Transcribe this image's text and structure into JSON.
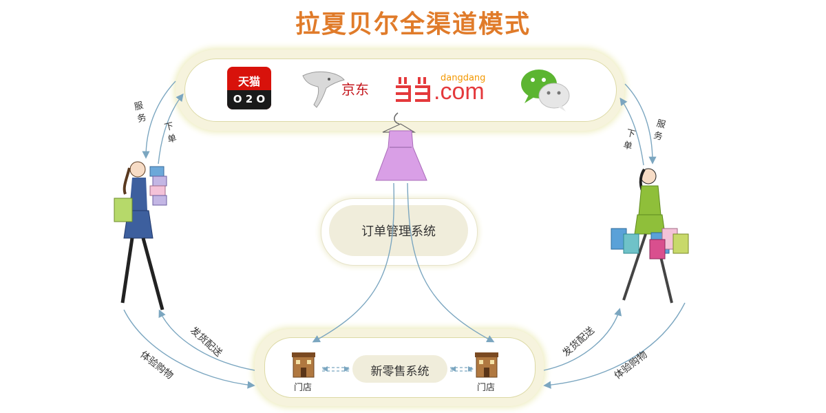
{
  "title": "拉夏贝尔全渠道模式",
  "channels": {
    "tmall": {
      "top": "天猫",
      "bottom": "O 2 O"
    },
    "jd": {
      "label": "京东"
    },
    "dangdang": {
      "sub": "dangdang",
      "main": ".com"
    },
    "wechat": {
      "icon": "wechat-icon"
    }
  },
  "center": {
    "order_system": "订单管理系统"
  },
  "bottom": {
    "retail_system": "新零售系统",
    "store_left": "门店",
    "store_right": "门店"
  },
  "labels": {
    "left_service": "服务",
    "left_order": "下单",
    "right_order": "下单",
    "right_service": "服务",
    "left_delivery": "发货配送",
    "left_experience": "体验购物",
    "right_delivery": "发货配送",
    "right_experience": "体验购物"
  },
  "colors": {
    "title": "#e07b2a",
    "tmall": "#d8120b",
    "dangdang_red": "#e4393c",
    "dangdang_orange": "#f39800",
    "wechat": "#5cb531",
    "arrow": "#7ba6c0"
  }
}
